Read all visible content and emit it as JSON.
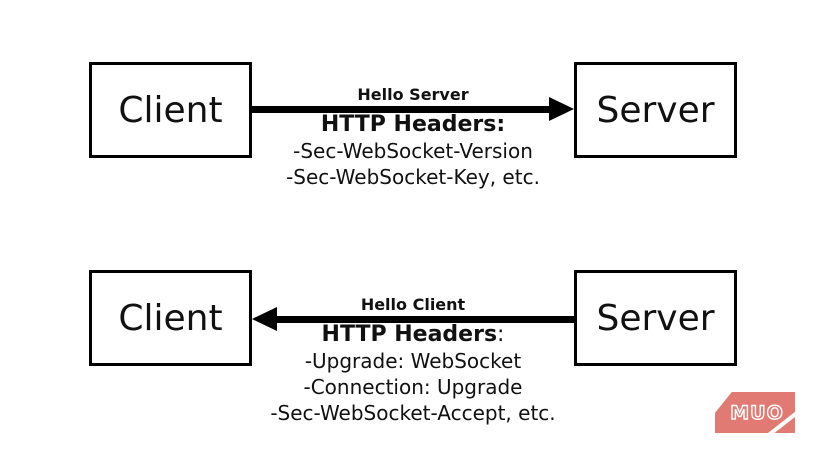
{
  "page": {
    "background": "#ffffff"
  },
  "sections": [
    {
      "left_box_label": "Client",
      "right_box_label": "Server",
      "arrow_direction": "right",
      "arrow_label": "Hello Server",
      "headers_title": "HTTP Headers",
      "headers_colon": ":",
      "header_lines": [
        "-Sec-WebSocket-Version",
        "-Sec-WebSocket-Key, etc."
      ]
    },
    {
      "left_box_label": "Client",
      "right_box_label": "Server",
      "arrow_direction": "left",
      "arrow_label": "Hello Client",
      "headers_title": "HTTP Headers",
      "headers_colon": ":",
      "header_lines": [
        "-Upgrade: WebSocket",
        "-Connection: Upgrade",
        "-Sec-WebSocket-Accept, etc."
      ]
    }
  ],
  "logo": {
    "text": "MUO",
    "color": "#e07a72"
  }
}
